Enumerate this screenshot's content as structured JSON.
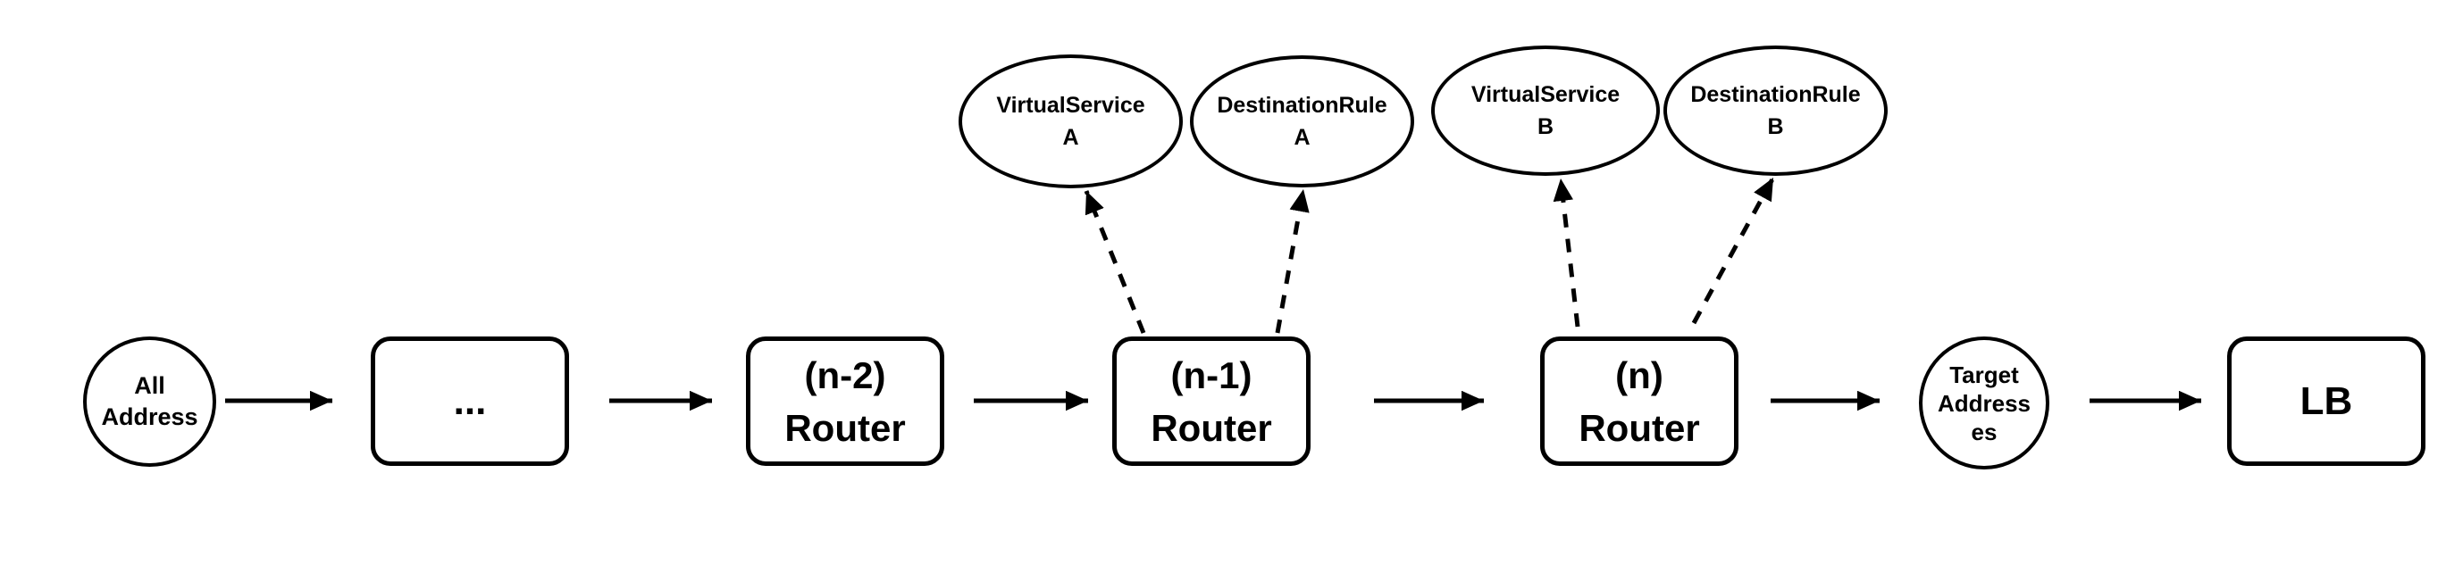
{
  "diagram": {
    "background_color": "#ffffff",
    "stroke_color": "#000000",
    "nodes": {
      "all_address": {
        "label": "All\nAddress",
        "shape": "ellipse"
      },
      "dots": {
        "label": "...",
        "shape": "rounded-rect"
      },
      "router_n2": {
        "label": "(n-2)\nRouter",
        "shape": "rounded-rect"
      },
      "router_n1": {
        "label": "(n-1)\nRouter",
        "shape": "rounded-rect"
      },
      "router_n": {
        "label": "(n)\nRouter",
        "shape": "rounded-rect"
      },
      "target_addresses": {
        "label": "Target\nAddress\nes",
        "shape": "ellipse"
      },
      "lb": {
        "label": "LB",
        "shape": "rounded-rect"
      },
      "virtualservice_a": {
        "label": "VirtualService\nA",
        "shape": "ellipse"
      },
      "destinationrule_a": {
        "label": "DestinationRule\nA",
        "shape": "ellipse"
      },
      "virtualservice_b": {
        "label": "VirtualService\nB",
        "shape": "ellipse"
      },
      "destinationrule_b": {
        "label": "DestinationRule\nB",
        "shape": "ellipse"
      }
    },
    "edges": {
      "flow": [
        {
          "from": "all_address",
          "to": "dots",
          "style": "solid-arrow"
        },
        {
          "from": "dots",
          "to": "router_n2",
          "style": "solid-arrow"
        },
        {
          "from": "router_n2",
          "to": "router_n1",
          "style": "solid-arrow"
        },
        {
          "from": "router_n1",
          "to": "router_n",
          "style": "solid-arrow"
        },
        {
          "from": "router_n",
          "to": "target_addresses",
          "style": "solid-arrow"
        },
        {
          "from": "target_addresses",
          "to": "lb",
          "style": "solid-arrow"
        }
      ],
      "references": [
        {
          "from": "router_n1",
          "to": "virtualservice_a",
          "style": "dashed-arrow"
        },
        {
          "from": "router_n1",
          "to": "destinationrule_a",
          "style": "dashed-arrow"
        },
        {
          "from": "router_n",
          "to": "virtualservice_b",
          "style": "dashed-arrow"
        },
        {
          "from": "router_n",
          "to": "destinationrule_b",
          "style": "dashed-arrow"
        }
      ]
    }
  }
}
